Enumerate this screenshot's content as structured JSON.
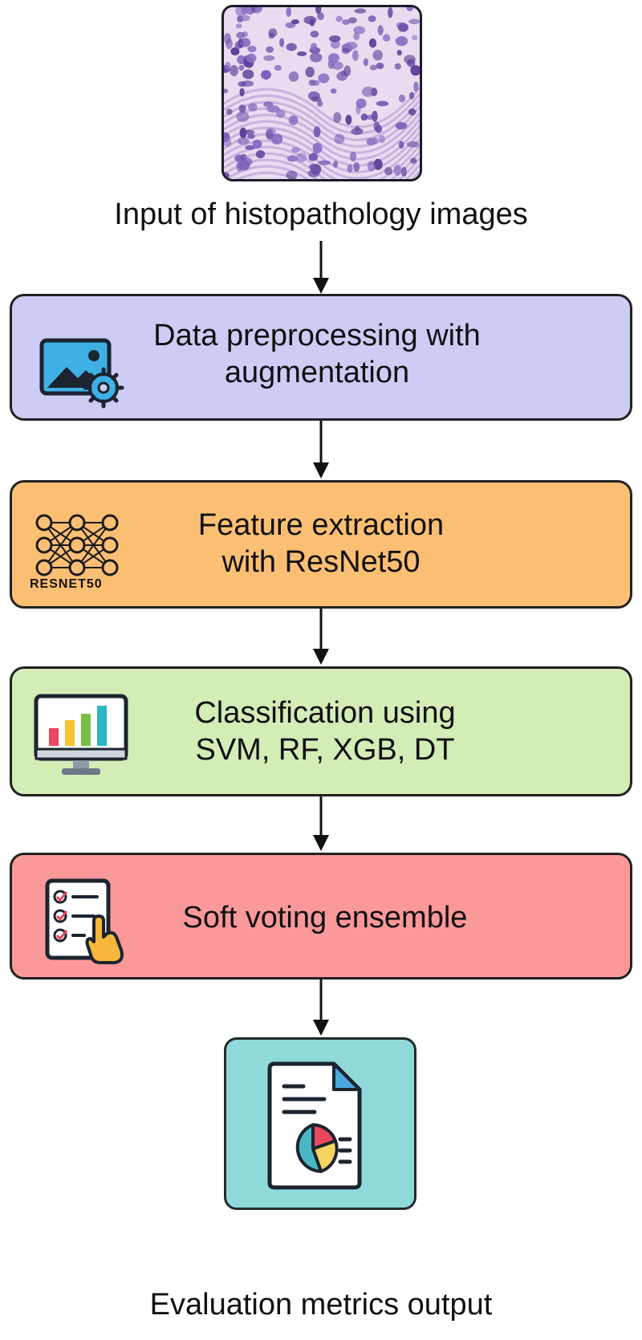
{
  "input": {
    "caption": "Input of histopathology images"
  },
  "steps": [
    {
      "id": "preprocess",
      "line1": "Data preprocessing with",
      "line2": "augmentation",
      "fill": "#ccccf5",
      "icon": "image-settings-icon"
    },
    {
      "id": "features",
      "line1": "Feature extraction",
      "line2": "with ResNet50",
      "fill": "#fbbf74",
      "icon": "neural-network-icon",
      "icon_label": "RESNET50"
    },
    {
      "id": "classify",
      "line1": "Classification using",
      "line2": "SVM, RF, XGB, DT",
      "fill": "#d4ecb6",
      "icon": "monitor-bar-chart-icon"
    },
    {
      "id": "ensemble",
      "line1": "Soft voting ensemble",
      "fill": "#fa989a",
      "icon": "checklist-hand-icon"
    }
  ],
  "output": {
    "caption": "Evaluation metrics output",
    "fill": "#8fd9d9",
    "icon": "report-pie-chart-icon"
  },
  "colors": {
    "border": "#222222",
    "arrow": "#111111"
  }
}
